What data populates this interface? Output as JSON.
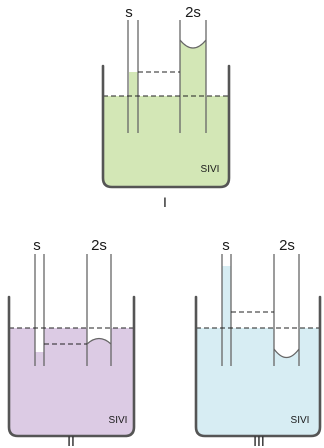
{
  "colors": {
    "beaker_I_liquid": "#d3e7b6",
    "beaker_II_liquid": "#dccbe4",
    "beaker_III_liquid": "#d7edf3",
    "wall": "#555555"
  },
  "beakers": [
    {
      "label": "I",
      "liquid": "SIVI",
      "tube_small": "s",
      "tube_large": "2s"
    },
    {
      "label": "II",
      "liquid": "SIVI",
      "tube_small": "s",
      "tube_large": "2s"
    },
    {
      "label": "III",
      "liquid": "SIVI",
      "tube_small": "s",
      "tube_large": "2s"
    }
  ]
}
